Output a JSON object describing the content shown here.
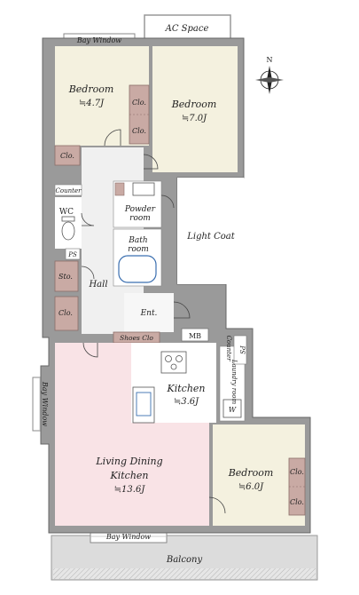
{
  "labels": {
    "ac_space": "AC Space",
    "bay_window_top": "Bay Window",
    "bay_window_left": "Bay Window",
    "bay_window_bottom": "Bay Window",
    "bedroom_1_name": "Bedroom",
    "bedroom_1_size": "≒4.7J",
    "bedroom_2_name": "Bedroom",
    "bedroom_2_size": "≒7.0J",
    "bedroom_3_name": "Bedroom",
    "bedroom_3_size": "≒6.0J",
    "clo": "Clo.",
    "counter": "Counter",
    "wc": "WC",
    "ps": "PS",
    "powder_room_1": "Powder",
    "powder_room_2": "room",
    "bath_room_1": "Bath",
    "bath_room_2": "room",
    "light_court": "Light Coat",
    "hall": "Hall",
    "sto": "Sto.",
    "ent": "Ent.",
    "shoes_clo": "Shoes Clo",
    "mb": "MB",
    "kitchen_name": "Kitchen",
    "kitchen_size": "≒3.6J",
    "laundry": "Laundry room",
    "w": "W",
    "ldk_1": "Living Dining",
    "ldk_2": "Kitchen",
    "ldk_size": "≒13.6J",
    "balcony": "Balcony",
    "compass_n": "N"
  },
  "colors": {
    "wall": "#9a9a9a",
    "bedroom_floor": "#f4f1df",
    "ldk_floor": "#f9e3e6",
    "wet_floor": "#ffffff",
    "hall_floor": "#f0f0f0",
    "storage_floor": "#c9aaa4",
    "outdoor": "#d9d9d9"
  }
}
